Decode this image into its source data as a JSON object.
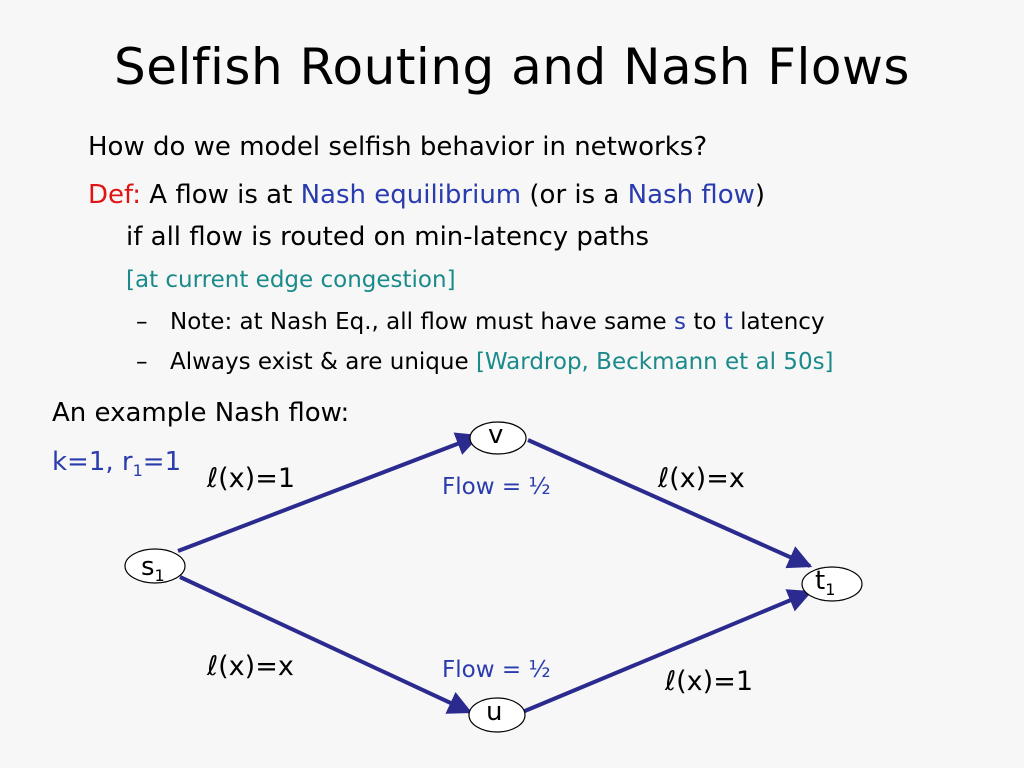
{
  "slide": {
    "title": "Selfish Routing and Nash Flows",
    "question": "How do we model selfish behavior in networks?",
    "def_label": "Def:",
    "def_text_1": "A flow is at",
    "def_term_1": "Nash equilibrium",
    "def_text_2": "(or is a",
    "def_term_2": "Nash flow",
    "def_text_3": ")",
    "def_line2": "if all flow is routed on min-latency paths",
    "def_note": "[at current edge congestion]",
    "bullet1_prefix": "Note: at Nash Eq., all flow must have same",
    "bullet1_s": "s",
    "bullet1_to": "to",
    "bullet1_t": "t",
    "bullet1_suffix": "latency",
    "bullet2_prefix": "Always exist & are unique",
    "bullet2_cite": "[Wardrop, Beckmann et al 50s]",
    "dash": "–",
    "example_heading": "An example Nash flow:",
    "example_params_k": "k=1, r",
    "example_params_sub": "1",
    "example_params_end": "=1"
  },
  "diagram": {
    "nodes": {
      "s": {
        "label": "s",
        "sub": "1"
      },
      "t": {
        "label": "t",
        "sub": "1"
      },
      "v": {
        "label": "v"
      },
      "u": {
        "label": "u"
      }
    },
    "edges": {
      "s_v_latency": "ℓ(x)=1",
      "v_t_latency": "ℓ(x)=x",
      "s_u_latency": "ℓ(x)=x",
      "u_t_latency": "ℓ(x)=1"
    },
    "flows": {
      "upper": "Flow = ½",
      "lower": "Flow = ½"
    },
    "colors": {
      "edge": "#2a2a8f",
      "flow_text": "#2a3cad"
    }
  }
}
